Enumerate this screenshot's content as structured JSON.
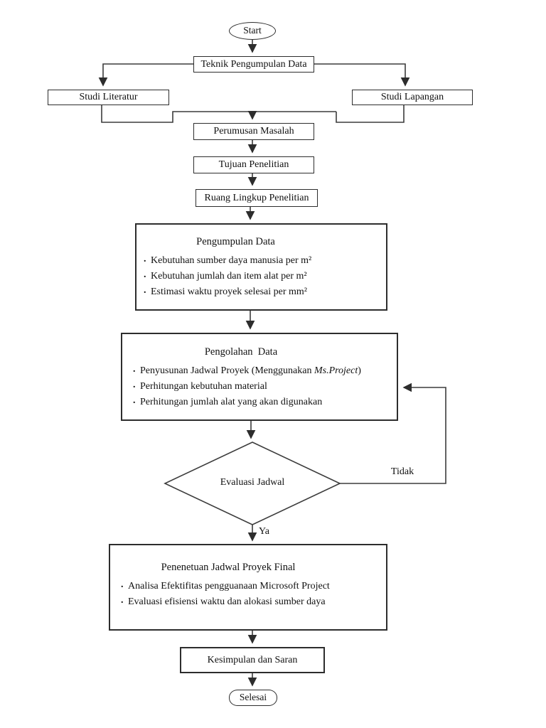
{
  "ui": {
    "bullet_char": "."
  },
  "flow": {
    "start": "Start",
    "teknik": "Teknik Pengumpulan Data",
    "studi_literatur": "Studi Literatur",
    "studi_lapangan": "Studi Lapangan",
    "perumusan": "Perumusan Masalah",
    "tujuan": "Tujuan Penelitian",
    "ruang_lingkup": "Ruang Lingkup Penelitian",
    "pengumpulan": {
      "title": "Pengumpulan Data",
      "items": [
        "Kebutuhan sumber daya manusia per m²",
        "Kebutuhan jumlah dan item alat per m²",
        "Estimasi waktu proyek selesai per mm²"
      ]
    },
    "pengolahan": {
      "title": "Pengolahan  Data",
      "items": [
        {
          "pre": "Penyusunan Jadwal Proyek (Menggunakan ",
          "italic": "Ms.Project",
          "post": ")"
        },
        "Perhitungan kebutuhan material",
        "Perhitungan jumlah alat yang akan digunakan"
      ]
    },
    "evaluasi": "Evaluasi Jadwal",
    "decision_no": "Tidak",
    "decision_yes": "Ya",
    "penentuan": {
      "title": "Penenetuan Jadwal Proyek Final",
      "items": [
        "Analisa Efektifitas pengguanaan Microsoft Project",
        "Evaluasi efisiensi waktu dan alokasi sumber daya"
      ]
    },
    "kesimpulan": "Kesimpulan dan Saran",
    "selesai": "Selesai"
  },
  "colors": {
    "line": "#3c3c3c",
    "border": "#2d2d2d",
    "text": "#111111",
    "background": "#ffffff"
  }
}
